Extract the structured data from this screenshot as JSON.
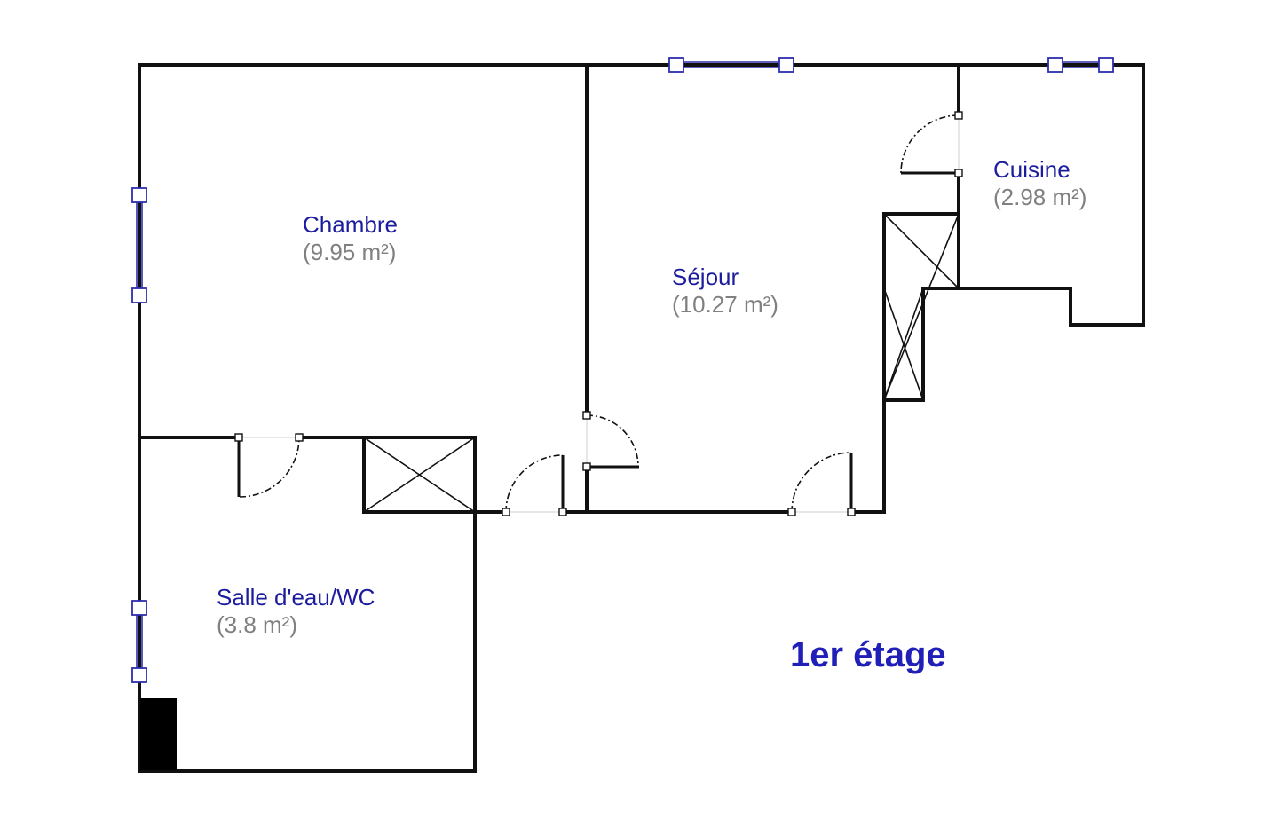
{
  "plan": {
    "floor_label": "1er étage",
    "rooms": [
      {
        "name": "Chambre",
        "area": "(9.95 m²)"
      },
      {
        "name": "Séjour",
        "area": "(10.27 m²)"
      },
      {
        "name": "Cuisine",
        "area": "(2.98 m²)"
      },
      {
        "name": "Salle d'eau/WC",
        "area": "(3.8 m²)"
      }
    ]
  },
  "colors": {
    "wall": "#111111",
    "window": "#2d2db0",
    "room_name": "#1c1c9e",
    "room_area": "#808080",
    "floor_label": "#2020b8"
  }
}
